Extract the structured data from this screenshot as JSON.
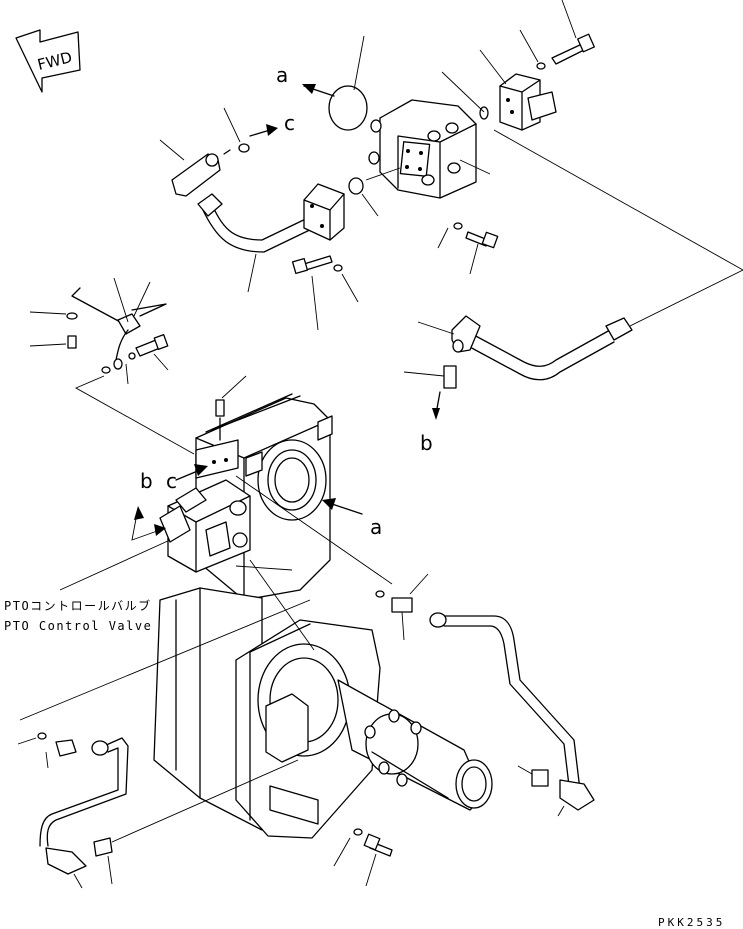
{
  "fwd_label": "FWD",
  "callouts": {
    "a_top": "a",
    "c_top": "c",
    "b_right": "b",
    "b_left": "b",
    "c_left": "c",
    "a_mid": "a"
  },
  "valve_caption": {
    "japanese": "PTOコントロールバルブ",
    "english": "PTO Control Valve"
  },
  "drawing_code": "PKK2535",
  "icons": {
    "fwd_arrow": "fwd-arrow-icon"
  }
}
